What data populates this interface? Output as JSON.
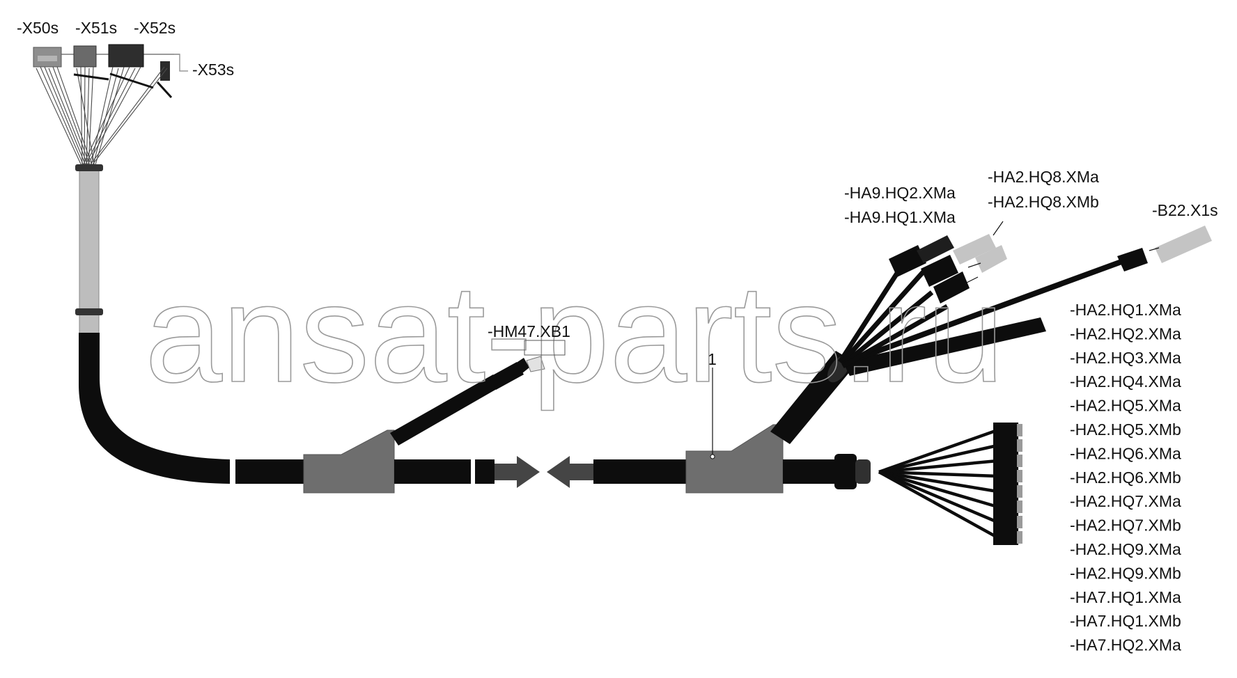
{
  "watermark": "ansat-parts.ru",
  "connectors_top_left": {
    "x50s": "-X50s",
    "x51s": "-X51s",
    "x52s": "-X52s",
    "x53s": "-X53s"
  },
  "branch_label": "-HM47.XB1",
  "callout_number": "1",
  "upper_right": {
    "ha9_hq2": "-HA9.HQ2.XMa",
    "ha9_hq1": "-HA9.HQ1.XMa",
    "ha2_hq8_xma": "-HA2.HQ8.XMa",
    "ha2_hq8_xmb": "-HA2.HQ8.XMb",
    "b22": "-B22.X1s"
  },
  "right_column": [
    "-HA2.HQ1.XMa",
    "-HA2.HQ2.XMa",
    "-HA2.HQ3.XMa",
    "-HA2.HQ4.XMa",
    "-HA2.HQ5.XMa",
    "-HA2.HQ5.XMb",
    "-HA2.HQ6.XMa",
    "-HA2.HQ6.XMb",
    "-HA2.HQ7.XMa",
    "-HA2.HQ7.XMb",
    "-HA2.HQ9.XMa",
    "-HA2.HQ9.XMb",
    "-HA7.HQ1.XMa",
    "-HA7.HQ1.XMb",
    "-HA7.HQ2.XMa"
  ],
  "colors": {
    "harness": "#0d0d0d",
    "splice_block": "#6e6e6e",
    "sleeve": "#bdbdbd",
    "ghost_connector": "#c4c4c4"
  }
}
